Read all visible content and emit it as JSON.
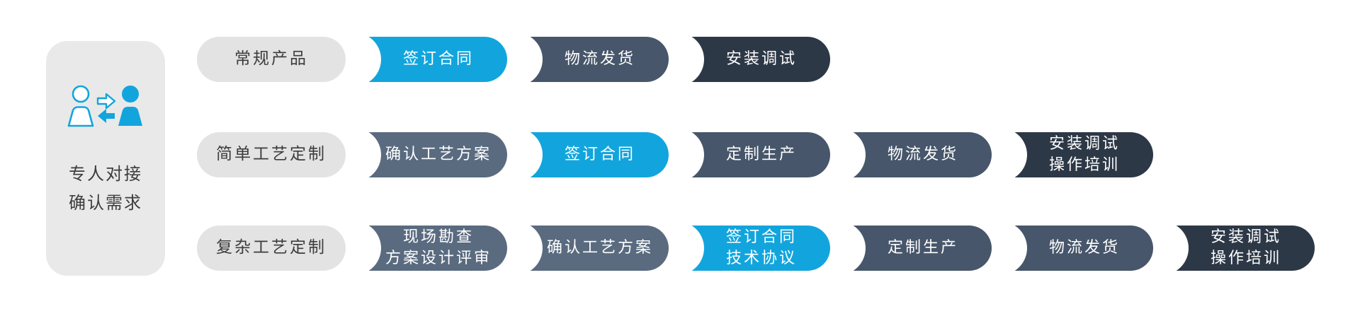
{
  "intro_panel": {
    "label": "专人对接\n确认需求",
    "icon": "people-communication-icon"
  },
  "colors": {
    "blue": "#12a5dd",
    "light_slate": "#5a6b80",
    "medium_slate": "#47566a",
    "dark_navy": "#2d3847",
    "gray_pill": "#e3e3e3",
    "panel_gray": "#e9e9e9",
    "gray_text": "#3c3c3c",
    "white_text": "#ffffff"
  },
  "rows": [
    {
      "category": "常规产品",
      "steps": [
        {
          "label": "签订合同",
          "color": "blue"
        },
        {
          "label": "物流发货",
          "color": "medium"
        },
        {
          "label": "安装调试",
          "color": "dark"
        }
      ]
    },
    {
      "category": "简单工艺定制",
      "steps": [
        {
          "label": "确认工艺方案",
          "color": "light"
        },
        {
          "label": "签订合同",
          "color": "blue"
        },
        {
          "label": "定制生产",
          "color": "medium"
        },
        {
          "label": "物流发货",
          "color": "medium"
        },
        {
          "label": "安装调试\n操作培训",
          "color": "dark"
        }
      ]
    },
    {
      "category": "复杂工艺定制",
      "steps": [
        {
          "label": "现场勘查\n方案设计评审",
          "color": "light"
        },
        {
          "label": "确认工艺方案",
          "color": "light"
        },
        {
          "label": "签订合同\n技术协议",
          "color": "blue"
        },
        {
          "label": "定制生产",
          "color": "medium"
        },
        {
          "label": "物流发货",
          "color": "medium"
        },
        {
          "label": "安装调试\n操作培训",
          "color": "dark"
        }
      ]
    }
  ]
}
